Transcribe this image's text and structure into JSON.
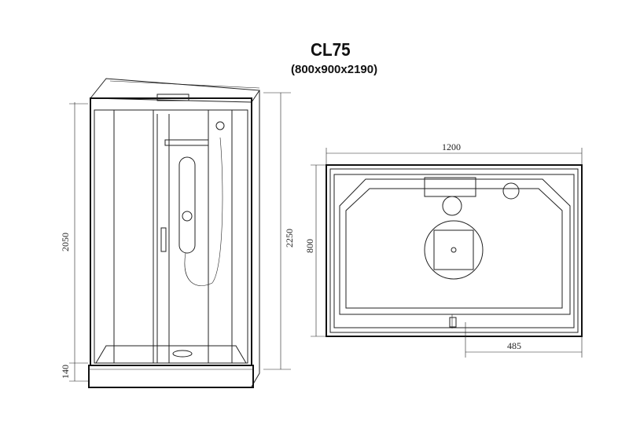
{
  "title": {
    "model": "CL75",
    "dimensions": "(800x900x2190)"
  },
  "front_view": {
    "dim_height_cabin": "2050",
    "dim_height_base": "140",
    "dim_total_height": "2250"
  },
  "top_view": {
    "dim_width": "1200",
    "dim_depth": "800",
    "dim_drain_offset": "485"
  }
}
